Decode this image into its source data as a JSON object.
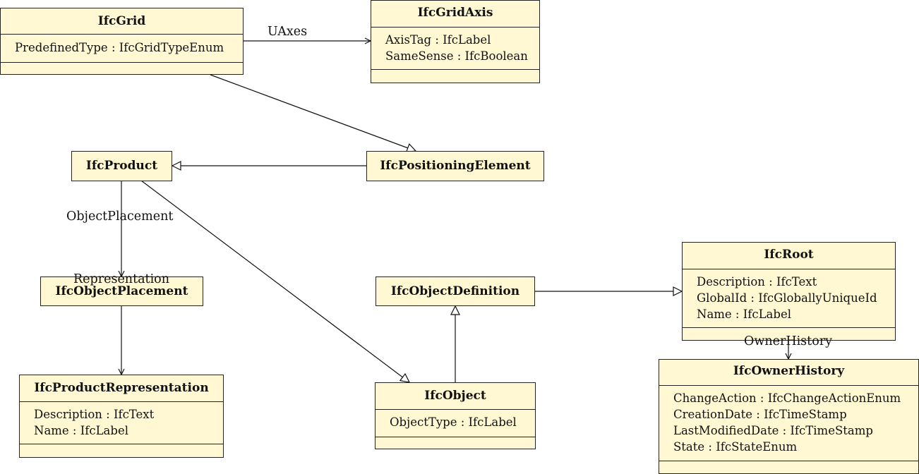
{
  "classes": {
    "grid": {
      "name": "IfcGrid",
      "attributes": [
        "PredefinedType : IfcGridTypeEnum"
      ]
    },
    "grid_axis": {
      "name": "IfcGridAxis",
      "attributes": [
        "AxisTag : IfcLabel",
        "SameSense : IfcBoolean"
      ]
    },
    "product": {
      "name": "IfcProduct"
    },
    "positioning_element": {
      "name": "IfcPositioningElement"
    },
    "object_placement": {
      "name": "IfcObjectPlacement"
    },
    "product_representation": {
      "name": "IfcProductRepresentation",
      "attributes": [
        "Description : IfcText",
        "Name : IfcLabel"
      ]
    },
    "object_definition": {
      "name": "IfcObjectDefinition"
    },
    "object": {
      "name": "IfcObject",
      "attributes": [
        "ObjectType : IfcLabel"
      ]
    },
    "root": {
      "name": "IfcRoot",
      "attributes": [
        "Description : IfcText",
        "GlobalId : IfcGloballyUniqueId",
        "Name : IfcLabel"
      ]
    },
    "owner_history": {
      "name": "IfcOwnerHistory",
      "attributes": [
        "ChangeAction : IfcChangeActionEnum",
        "CreationDate : IfcTimeStamp",
        "LastModifiedDate : IfcTimeStamp",
        "State : IfcStateEnum"
      ]
    }
  },
  "relations": {
    "uaxes": "UAxes",
    "object_placement": "ObjectPlacement",
    "representation": "Representation",
    "owner_history": "OwnerHistory"
  }
}
